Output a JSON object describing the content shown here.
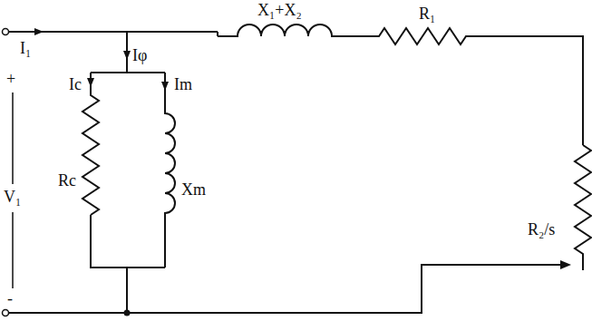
{
  "diagram": {
    "labels": [
      "X₁+X₂",
      "R₁",
      "+",
      "I₁",
      "Iφ",
      "Ic",
      "Im",
      "Rc",
      "Xm",
      "V₁",
      "R₂/s",
      "-"
    ]
  }
}
